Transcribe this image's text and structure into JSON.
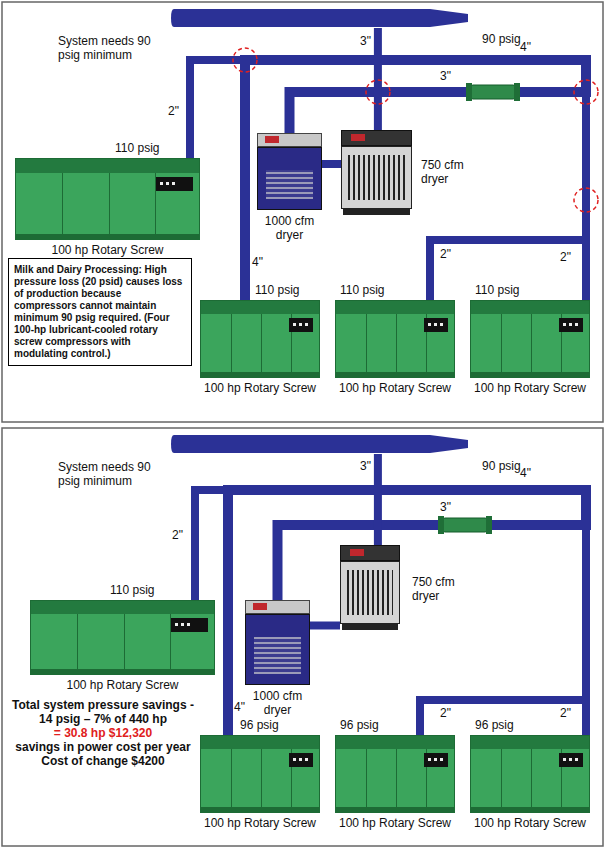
{
  "diagram": {
    "nodes": [
      {
        "text": [
          "System needs 90 psig minimum"
        ]
      },
      {
        "text": [
          "110 psig",
          "100 hp Rotary Screw"
        ]
      },
      {
        "text": [
          "1000 cfm dryer"
        ]
      },
      {
        "text": [
          "750 cfm dryer"
        ]
      },
      {
        "text": [
          "Milk and Dairy Processing: High pressure loss (20 psid) causes loss of production because compressors cannot maintain minimum 90 psig required. (Four 100-hp lubricant-cooled rotary screw compressors with modulating control.)"
        ]
      },
      {
        "text": [
          "110 psig",
          "100 hp Rotary Screw"
        ]
      },
      {
        "text": [
          "110 psig",
          "100 hp Rotary Screw"
        ]
      },
      {
        "text": [
          "110 psig",
          "100 hp Rotary Screw"
        ]
      },
      {
        "text": [
          "System needs 90 psig minimum"
        ]
      },
      {
        "text": [
          "110 psig",
          "100 hp Rotary Screw"
        ]
      },
      {
        "text": [
          "1000 cfm dryer"
        ]
      },
      {
        "text": [
          "750 cfm dryer"
        ]
      },
      {
        "text": [
          "96 psig",
          "100 hp Rotary Screw"
        ]
      },
      {
        "text": [
          "96 psig",
          "100 hp Rotary Screw"
        ]
      },
      {
        "text": [
          "96 psig",
          "100 hp Rotary Screw"
        ]
      }
    ],
    "edges": [
      {
        "from": 1,
        "to": 2,
        "arrow": "none"
      },
      {
        "from": 5,
        "to": 2,
        "arrow": "none"
      },
      {
        "from": 6,
        "to": 2,
        "arrow": "none"
      },
      {
        "from": 7,
        "to": 2,
        "arrow": "none"
      },
      {
        "from": 2,
        "to": 3,
        "arrow": "none"
      },
      {
        "from": 3,
        "to": 0,
        "arrow": "none"
      },
      {
        "from": 9,
        "to": 10,
        "arrow": "none"
      },
      {
        "from": 12,
        "to": 10,
        "arrow": "none"
      },
      {
        "from": 13,
        "to": 10,
        "arrow": "none"
      },
      {
        "from": 14,
        "to": 10,
        "arrow": "none"
      },
      {
        "from": 10,
        "to": 11,
        "arrow": "none"
      },
      {
        "from": 11,
        "to": 8,
        "arrow": "none"
      }
    ],
    "labels": [
      "3\"",
      "90 psig",
      "4\"",
      "2\"",
      "3\"",
      "4\"",
      "2\"",
      "2\"",
      "3\"",
      "90 psig",
      "4\"",
      "2\"",
      "3\"",
      "4\"",
      "2\"",
      "2\"",
      "Total system pressure savings - 14 psig – 7% of 440 hp",
      "= 30.8 hp $12,320",
      "savings in power cost per year",
      "Cost of change $4200"
    ]
  }
}
